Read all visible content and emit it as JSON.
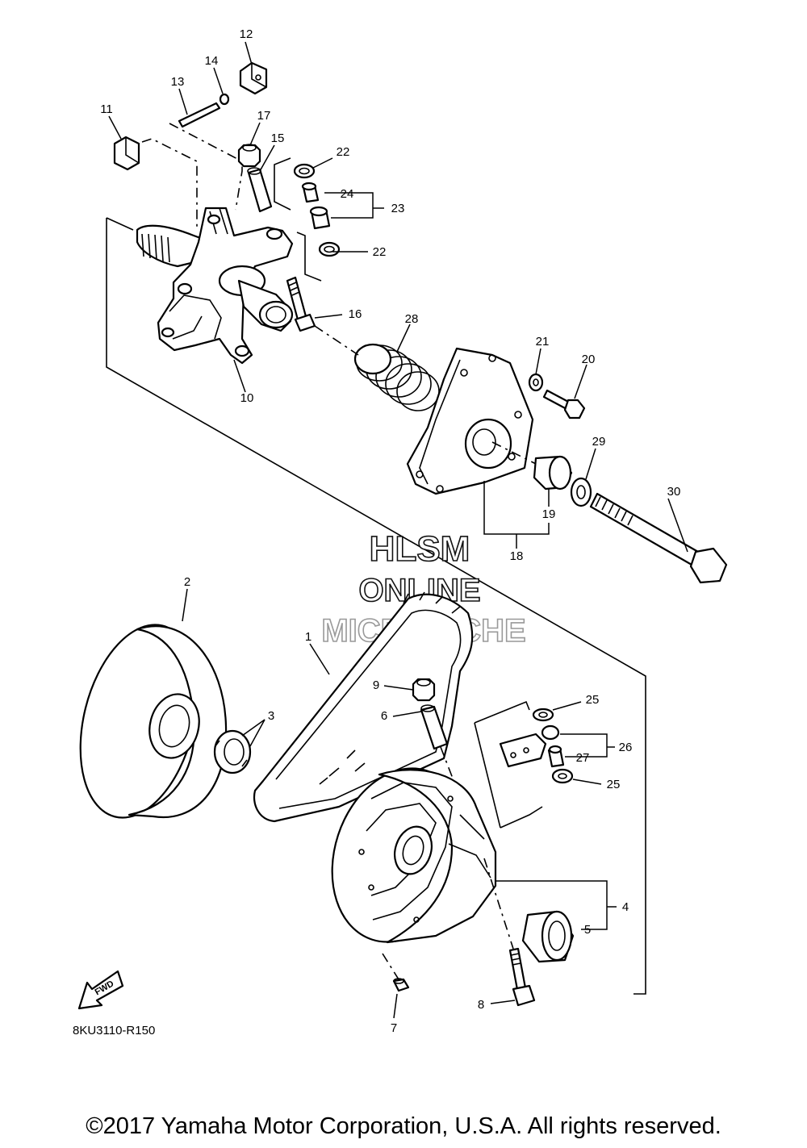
{
  "diagram": {
    "drawing_code": "8KU3110-R150",
    "copyright": "©2017 Yamaha Motor Corporation, U.S.A. All rights reserved.",
    "watermark": {
      "line1": "HLSM",
      "line2": "ONLINE",
      "line3": "MICROFICHE"
    },
    "fwd_label": "FWD",
    "callouts": [
      {
        "id": "c1",
        "label": "1"
      },
      {
        "id": "c2",
        "label": "2"
      },
      {
        "id": "c3",
        "label": "3"
      },
      {
        "id": "c4",
        "label": "4"
      },
      {
        "id": "c5",
        "label": "5"
      },
      {
        "id": "c6",
        "label": "6"
      },
      {
        "id": "c7",
        "label": "7"
      },
      {
        "id": "c8",
        "label": "8"
      },
      {
        "id": "c9",
        "label": "9"
      },
      {
        "id": "c10",
        "label": "10"
      },
      {
        "id": "c11",
        "label": "11"
      },
      {
        "id": "c12",
        "label": "12"
      },
      {
        "id": "c13",
        "label": "13"
      },
      {
        "id": "c14",
        "label": "14"
      },
      {
        "id": "c15",
        "label": "15"
      },
      {
        "id": "c16",
        "label": "16"
      },
      {
        "id": "c17",
        "label": "17"
      },
      {
        "id": "c18",
        "label": "18"
      },
      {
        "id": "c19",
        "label": "19"
      },
      {
        "id": "c20",
        "label": "20"
      },
      {
        "id": "c21",
        "label": "21"
      },
      {
        "id": "c22a",
        "label": "22"
      },
      {
        "id": "c22b",
        "label": "22"
      },
      {
        "id": "c23",
        "label": "23"
      },
      {
        "id": "c24",
        "label": "24"
      },
      {
        "id": "c25a",
        "label": "25"
      },
      {
        "id": "c25b",
        "label": "25"
      },
      {
        "id": "c26",
        "label": "26"
      },
      {
        "id": "c27",
        "label": "27"
      },
      {
        "id": "c28",
        "label": "28"
      },
      {
        "id": "c29",
        "label": "29"
      },
      {
        "id": "c30",
        "label": "30"
      }
    ]
  }
}
